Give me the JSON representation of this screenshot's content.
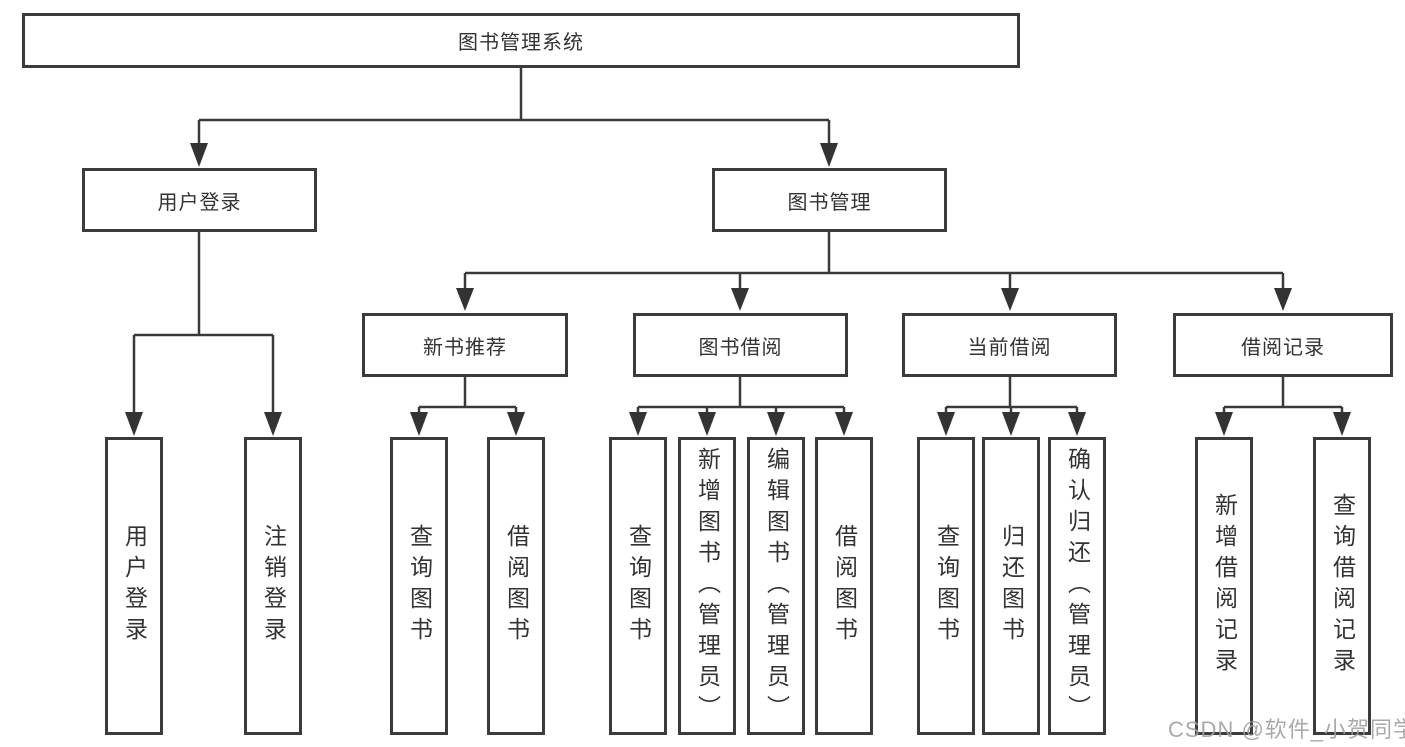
{
  "diagram": {
    "root": "图书管理系统",
    "branches": [
      {
        "label": "用户登录",
        "children": [
          "用户登录",
          "注销登录"
        ]
      },
      {
        "label": "图书管理",
        "sections": [
          {
            "label": "新书推荐",
            "children": [
              "查询图书",
              "借阅图书"
            ]
          },
          {
            "label": "图书借阅",
            "children": [
              "查询图书",
              "新增图书（管理员）",
              "编辑图书（管理员）",
              "借阅图书"
            ]
          },
          {
            "label": "当前借阅",
            "children": [
              "查询图书",
              "归还图书",
              "确认归还（管理员）"
            ]
          },
          {
            "label": "借阅记录",
            "children": [
              "新增借阅记录",
              "查询借阅记录"
            ]
          }
        ]
      }
    ]
  },
  "watermark": "CSDN @软件_小贺同学",
  "colors": {
    "line": "#3a3a3a",
    "box_border": "#3b3b3b",
    "text": "#333333",
    "watermark": "#9e9e9e"
  }
}
